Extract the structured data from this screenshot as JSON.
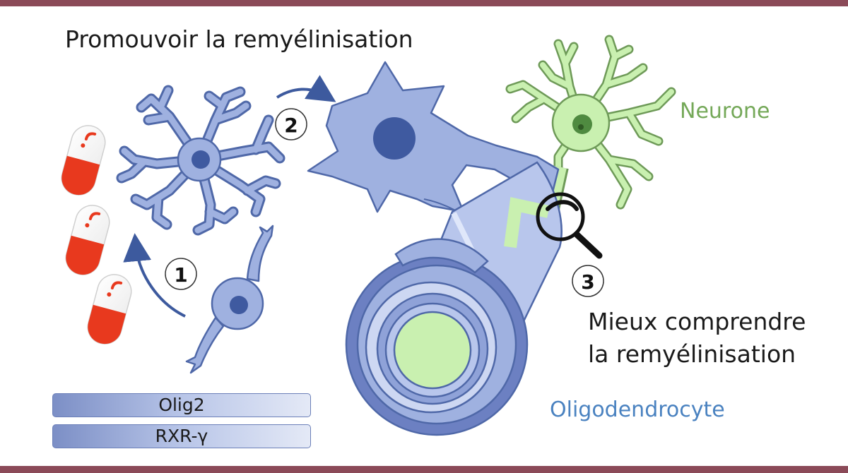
{
  "title": "Promouvoir la remyélinisation",
  "labels": {
    "neurone": "Neurone",
    "oligodendrocyte": "Oligodendrocyte",
    "mieux_line1": "Mieux comprendre",
    "mieux_line2": "la remyélinisation"
  },
  "steps": [
    "1",
    "2",
    "3"
  ],
  "bars": [
    "Olig2",
    "RXR-γ"
  ],
  "colors": {
    "band": "#8b4a58",
    "cell_blue": "#9fb1e0",
    "cell_outline": "#4f68a8",
    "nucleus": "#3f5aa0",
    "neurone_green": "#c9f0b0",
    "neurone_text": "#74a858",
    "oligo_text": "#4a82c0",
    "pill_red": "#e8391e"
  }
}
